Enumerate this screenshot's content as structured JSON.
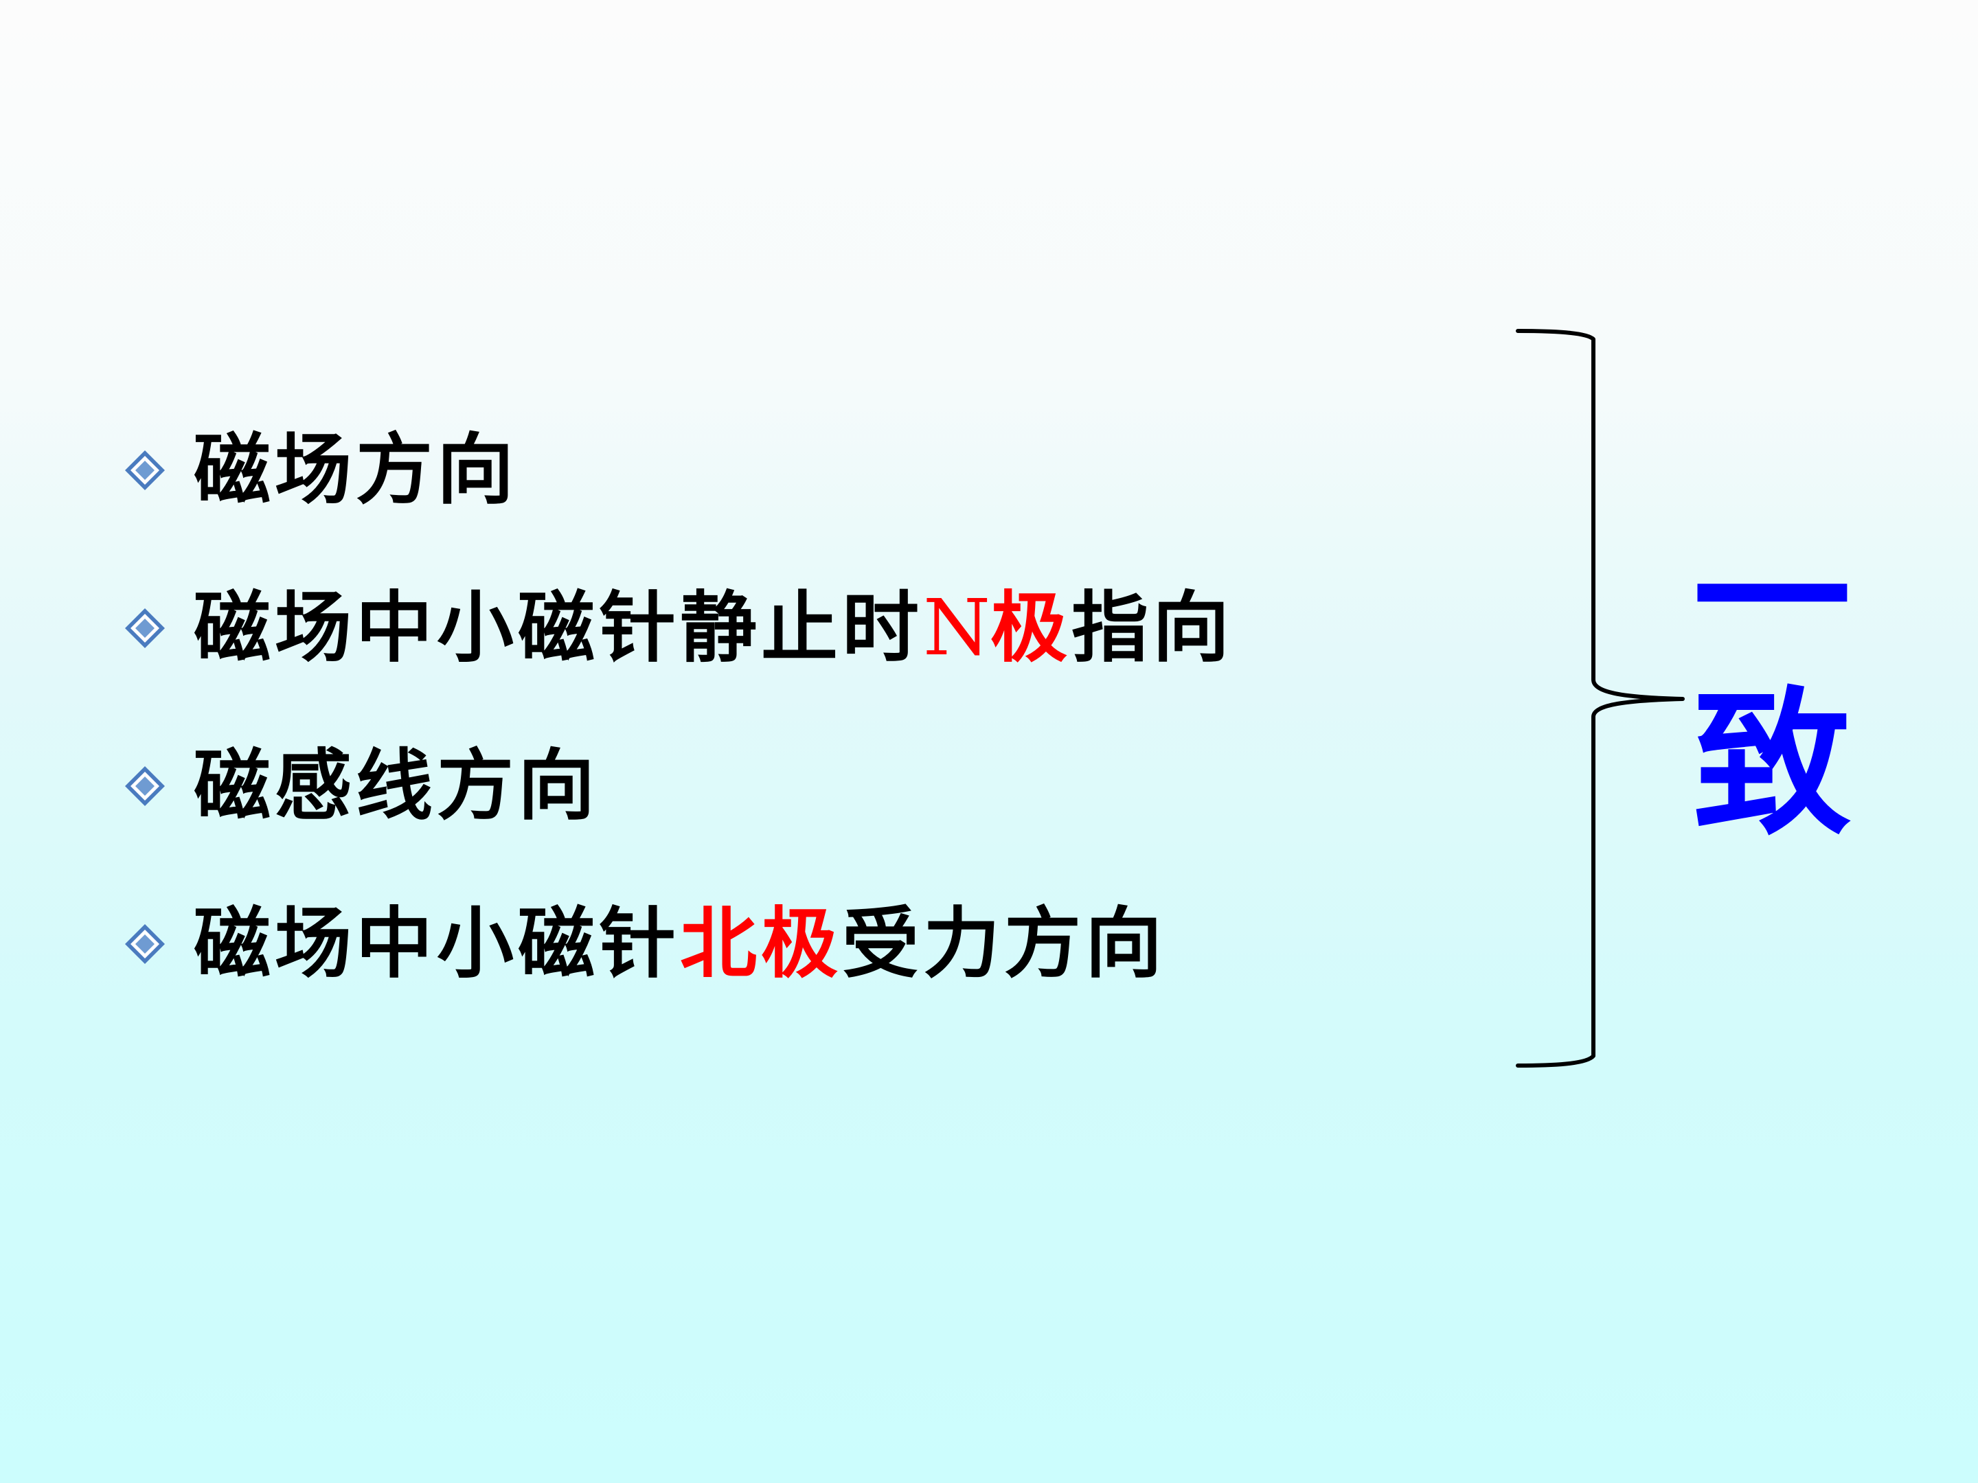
{
  "colors": {
    "text": "#000000",
    "highlight": "#ff0000",
    "conclusion": "#0000ff",
    "bullet": "#4a7bbf"
  },
  "bullet_icon": "diamond-bullet-icon",
  "items": [
    {
      "segments": [
        {
          "text": "磁场方向",
          "style": "normal"
        }
      ]
    },
    {
      "segments": [
        {
          "text": "磁场中小磁针静止时",
          "style": "normal"
        },
        {
          "text": "N",
          "style": "red-serif"
        },
        {
          "text": "极",
          "style": "red"
        },
        {
          "text": "指向",
          "style": "normal"
        }
      ]
    },
    {
      "segments": [
        {
          "text": "磁感线方向",
          "style": "normal"
        }
      ]
    },
    {
      "segments": [
        {
          "text": "磁场中小磁针",
          "style": "normal"
        },
        {
          "text": "北极",
          "style": "red"
        },
        {
          "text": "受力方向",
          "style": "normal"
        }
      ]
    }
  ],
  "conclusion": {
    "char1": "一",
    "char2": "致"
  }
}
